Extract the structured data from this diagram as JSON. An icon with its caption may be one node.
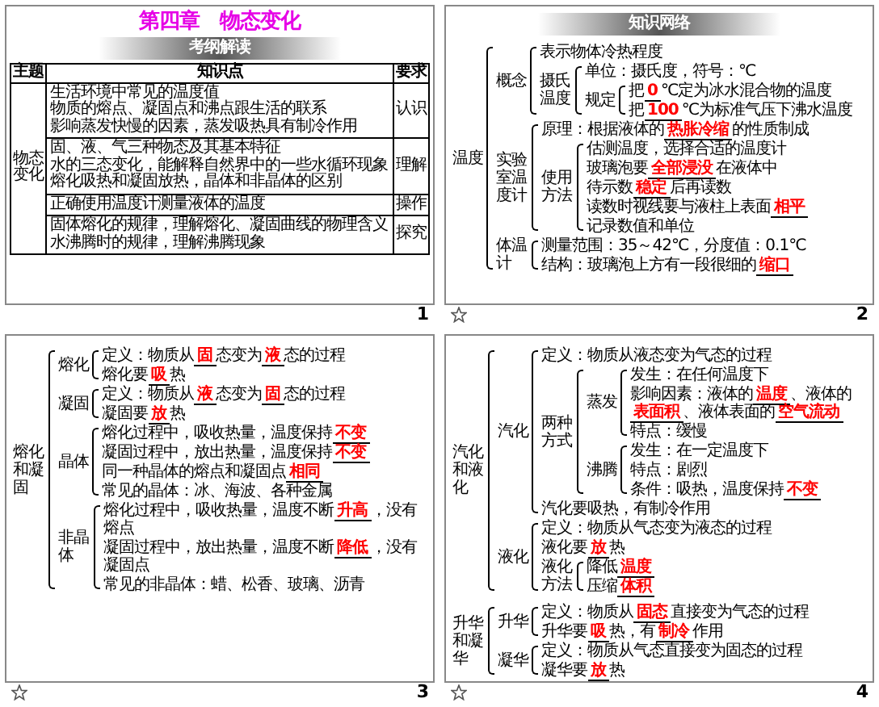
{
  "diagram": {
    "nodes": [
      {
        "text": [
          "第四章　物态变化"
        ],
        "beside": [
          "1"
        ]
      },
      {
        "text": [
          "考纲解读"
        ],
        "in": 0
      },
      {
        "text": [],
        "shape": "box",
        "beside": [
          "2"
        ]
      },
      {
        "text": [
          "知识网络"
        ],
        "in": 2
      },
      {
        "text": [],
        "shape": "box",
        "beside": [
          "3"
        ]
      },
      {
        "text": [],
        "shape": "box",
        "beside": [
          "4"
        ]
      }
    ],
    "labels": [
      "主题",
      "知识点",
      "要求",
      "物态变化",
      "生活环境中常见的温度值",
      "物质的熔点、凝固点和沸点跟生活的联系",
      "影响蒸发快慢的因素，蒸发吸热具有制冷作用",
      "认识",
      "固、液、气三种物态及其基本特征",
      "水的三态变化，能解释自然界中的一些水循环现象",
      "熔化吸热和凝固放热，晶体和非晶体的区别",
      "理解",
      "正确使用温度计测量液体的温度",
      "操作",
      "固体熔化的规律，理解熔化、凝固曲线的物理含义",
      "水沸腾时的规律，理解沸腾现象",
      "探究",
      "温度",
      "概念",
      "表示物体冷热程度",
      "摄氏温度",
      "单位：摄氏度，符号：℃",
      "规定",
      "把",
      "0",
      "℃定为冰水混合物的温度",
      "把",
      "100",
      "℃为标准气压下沸水温度",
      "实验室温度计",
      "原理：根据液体的",
      "热胀冷缩",
      "的性质制成",
      "使用方法",
      "估测温度，选择合适的温度计",
      "玻璃泡要",
      "全部浸没",
      "在液体中",
      "待示数",
      "稳定",
      "后再读数",
      "读数时视线要与液柱上表面",
      "相平",
      "记录数值和单位",
      "体温计",
      "测量范围：35～42℃，分度值：0.1℃",
      "结构：玻璃泡上方有一段很细的",
      "缩口",
      "熔化和凝固",
      "熔化",
      "定义：物质从",
      "固",
      "态变为",
      "液",
      "态的过程",
      "熔化要",
      "吸",
      "热",
      "凝固",
      "定义：物质从",
      "液",
      "态变为",
      "固",
      "态的过程",
      "凝固要",
      "放",
      "热",
      "晶体",
      "熔化过程中，吸收热量，温度保持",
      "不变",
      "凝固过程中，放出热量，温度保持",
      "不变",
      "同一种晶体的熔点和凝固点",
      "相同",
      "常见的晶体：冰、海波、各种金属",
      "非晶体",
      "熔化过程中，吸收热量，温度不断",
      "升高",
      "，没有熔点",
      "凝固过程中，放出热量，温度不断",
      "降低",
      "，没有凝固点",
      "常见的非晶体：蜡、松香、玻璃、沥青",
      "汽化和液化",
      "汽化",
      "定义：物质从液态变为气态的过程",
      "两种方式",
      "蒸发",
      "发生：在任何温度下",
      "影响因素：液体的",
      "温度",
      "、液体的",
      "表面积",
      "、液体表面的",
      "空气流动",
      "特点：缓慢",
      "沸腾",
      "发生：在一定温度下",
      "特点：剧烈",
      "条件：吸热，温度保持",
      "不变",
      "汽化要吸热，有制冷作用",
      "液化",
      "定义：物质从气态变为液态的过程",
      "液化要",
      "放",
      "热",
      "液化方法",
      "降低",
      "温度",
      "压缩",
      "体积",
      "升华和凝华",
      "升华",
      "定义：物质从",
      "固态",
      "直接变为气态的过程",
      "升华要",
      "吸",
      "热，有",
      "制冷",
      "作用",
      "凝华",
      "定义：物质从气态直接变为固态的过程",
      "凝华要",
      "放",
      "热"
    ]
  }
}
